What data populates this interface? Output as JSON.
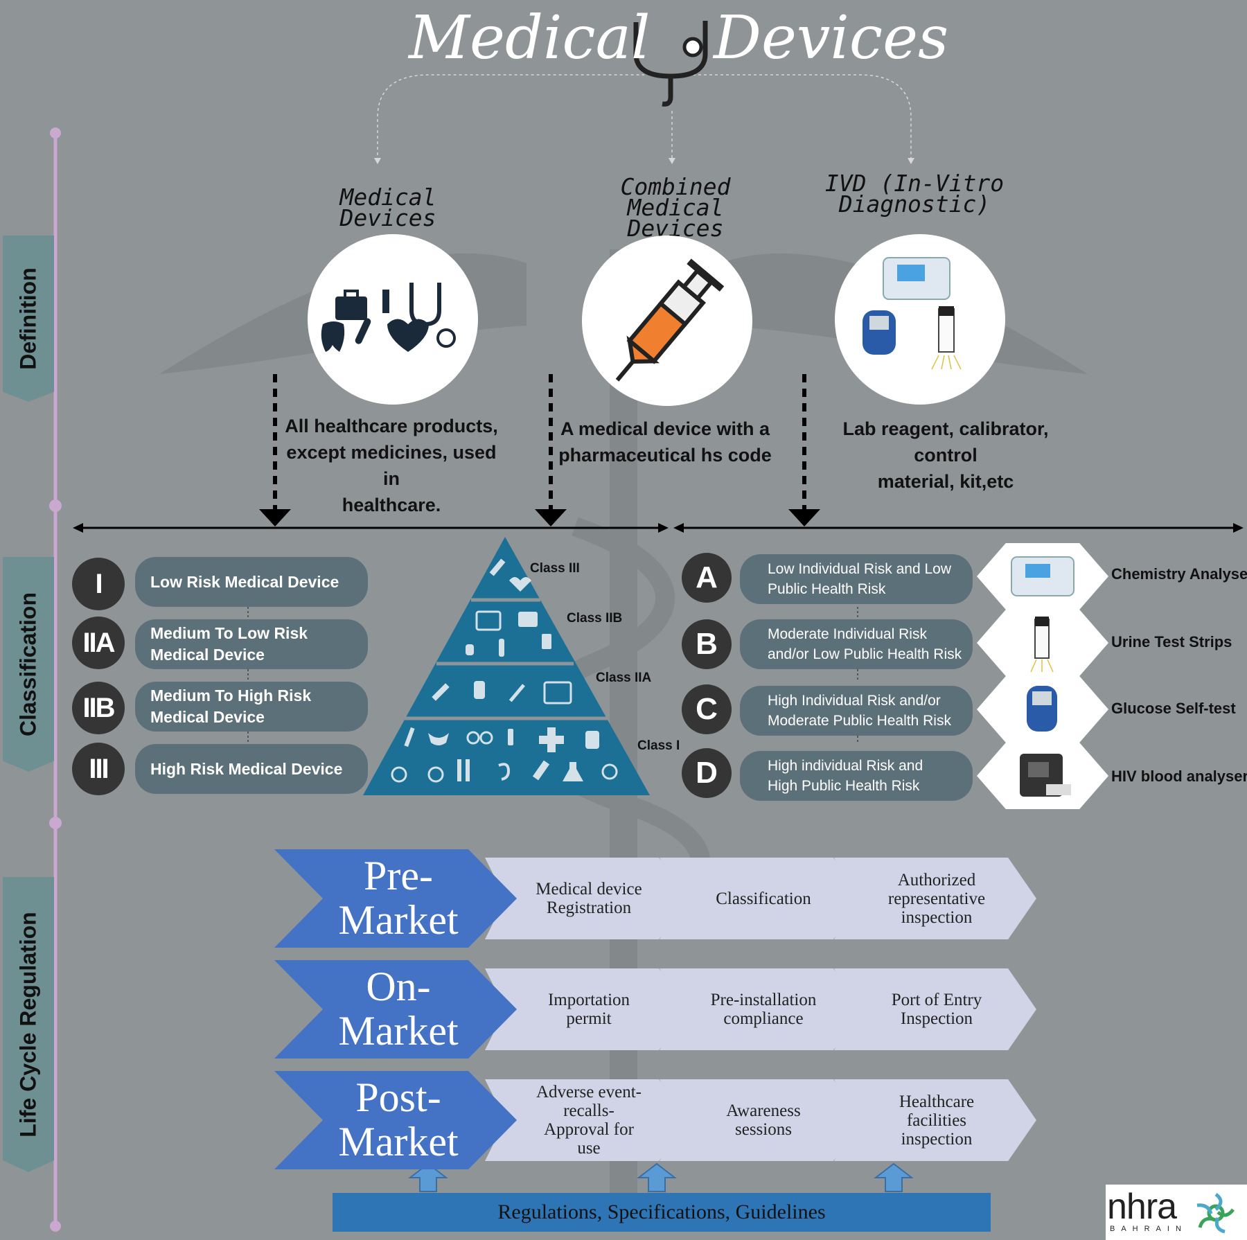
{
  "header": {
    "title_left": "Medical",
    "title_right": "Devices"
  },
  "sections": {
    "definition": "Definition",
    "classification": "Classification",
    "lifecycle": "Life Cycle Regulation"
  },
  "categories": [
    {
      "title_line1": "Medical Devices",
      "title_line2": "",
      "icon": "medical-equipment-icon",
      "description": [
        "All healthcare products,",
        "except medicines, used in",
        "healthcare."
      ]
    },
    {
      "title_line1": "Combined",
      "title_line2": "Medical Devices",
      "icon": "syringe-icon",
      "description": [
        "A medical device with a",
        "pharmaceutical hs code"
      ]
    },
    {
      "title_line1": "IVD (In-Vitro",
      "title_line2": "Diagnostic)",
      "icon": "lab-analyzer-icon",
      "description": [
        "Lab reagent, calibrator, control",
        "material, kit,etc"
      ]
    }
  ],
  "risk_classes": [
    {
      "numeral": "I",
      "label": "Low Risk Medical Device"
    },
    {
      "numeral": "IIA",
      "label": "Medium To Low Risk Medical Device"
    },
    {
      "numeral": "IIB",
      "label": "Medium To High Risk Medical Device"
    },
    {
      "numeral": "III",
      "label": "High Risk Medical Device"
    }
  ],
  "pyramid_labels": [
    "Class III",
    "Class IIB",
    "Class IIA",
    "Class I"
  ],
  "ivd_classes": [
    {
      "letter": "A",
      "line1": "Low Individual Risk and Low",
      "line2": "Public Health Risk",
      "example": "Chemistry Analyser",
      "example_icon": "chemistry-analyser-icon"
    },
    {
      "letter": "B",
      "line1": "Moderate Individual Risk",
      "line2": "and/or Low Public Health Risk",
      "example": "Urine Test Strips",
      "example_icon": "urine-strips-icon"
    },
    {
      "letter": "C",
      "line1": "High Individual Risk and/or",
      "line2": "Moderate Public Health Risk",
      "example": "Glucose Self-test",
      "example_icon": "glucose-meter-icon"
    },
    {
      "letter": "D",
      "line1": "High individual Risk and",
      "line2": "High Public Health Risk",
      "example": "HIV blood analyser",
      "example_icon": "hiv-analyser-icon"
    }
  ],
  "lifecycle": [
    {
      "stage_line1": "Pre-",
      "stage_line2": "Market",
      "steps": [
        [
          "Medical device",
          "Registration"
        ],
        [
          "Classification"
        ],
        [
          "Authorized",
          "representative",
          "inspection"
        ]
      ]
    },
    {
      "stage_line1": "On-",
      "stage_line2": "Market",
      "steps": [
        [
          "Importation",
          "permit"
        ],
        [
          "Pre-installation",
          "compliance"
        ],
        [
          "Port of Entry",
          "Inspection"
        ]
      ]
    },
    {
      "stage_line1": "Post-",
      "stage_line2": "Market",
      "steps": [
        [
          "Adverse event-",
          "recalls-",
          "Approval for",
          "use"
        ],
        [
          "Awareness",
          "sessions"
        ],
        [
          "Healthcare",
          "facilities",
          "inspection"
        ]
      ]
    }
  ],
  "footer": {
    "regulations": "Regulations, Specifications, Guidelines"
  },
  "logo": {
    "text": "nhra",
    "subtext": "BAHRAIN"
  },
  "colors": {
    "background": "#8f9496",
    "pill": "#5c707a",
    "stage_blue": "#4472c4",
    "step": "#d0d4e6",
    "pyramid": "#1c7096",
    "bar": "#2e75b6"
  }
}
